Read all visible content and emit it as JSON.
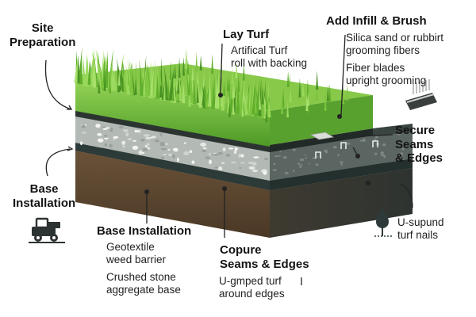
{
  "labels": {
    "site_preparation": [
      "Site",
      "Preparation"
    ],
    "lay_turf": {
      "title": "Lay Turf",
      "desc": [
        "Artifical Turf",
        "roll with backing"
      ]
    },
    "add_infill": {
      "title": "Add Infill & Brush",
      "desc1": [
        "Silica sand or rubbirt",
        "grooming fibers"
      ],
      "desc2": [
        "Fiber blades",
        "upright grooming"
      ]
    },
    "secure_seams": [
      "Secure",
      "Seams",
      "& Edges"
    ],
    "base_installation_left": [
      "Base",
      "Installation"
    ],
    "base_installation_center": {
      "title": "Base Installation",
      "desc1": [
        "Geotextile",
        "weed barrier"
      ],
      "desc2": [
        "Crushed stone",
        "aggregate base"
      ]
    },
    "copure_seams": {
      "title": [
        "Copure",
        "Seams & Edges"
      ],
      "desc": [
        "U-gmped turf",
        "around edges"
      ]
    },
    "u_spund": [
      "U-supund",
      "turf nails"
    ]
  },
  "icons": [
    "compactor-machine-icon",
    "brush-icon",
    "turf-nail-icon"
  ],
  "colors": {
    "grass_light": "#8fd14f",
    "grass_dark": "#3f8a1f",
    "gravel": "#a7aeaa",
    "soil": "#5a4632",
    "side_gray": "#4a5452",
    "text": "#1c1c1c"
  }
}
